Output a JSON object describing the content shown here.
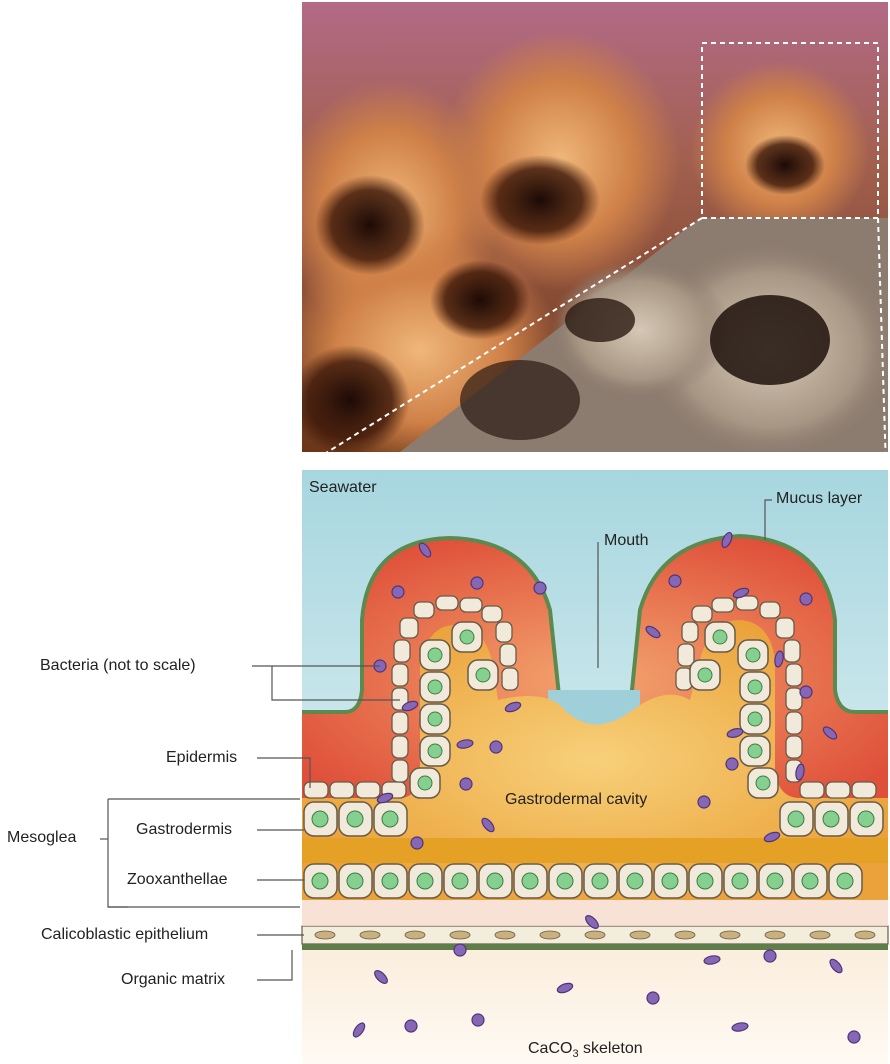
{
  "labels": {
    "seawater": "Seawater",
    "mucus_layer": "Mucus layer",
    "mouth": "Mouth",
    "bacteria": "Bacteria (not to scale)",
    "epidermis": "Epidermis",
    "gastrodermal_cavity": "Gastrodermal cavity",
    "mesoglea": "Mesoglea",
    "gastrodermis": "Gastrodermis",
    "zooxanthellae": "Zooxanthellae",
    "calicoblastic_epithelium": "Calicoblastic epithelium",
    "organic_matrix": "Organic matrix",
    "skeleton_prefix": "CaCO",
    "skeleton_sub": "3",
    "skeleton_suffix": " skeleton"
  },
  "colors": {
    "seawater": "#b9dde4",
    "tissue_red": "#e0553e",
    "tissue_orange": "#ef8a4a",
    "mucus": "#5c8a4e",
    "cavity": "#f0b24a",
    "mesoglea_band": "#e9a72a",
    "cell_fill": "#f1eadb",
    "nucleus": "#7fcf8c",
    "bacteria": "#7b5aa8",
    "skeleton": "#fbf0e2"
  }
}
